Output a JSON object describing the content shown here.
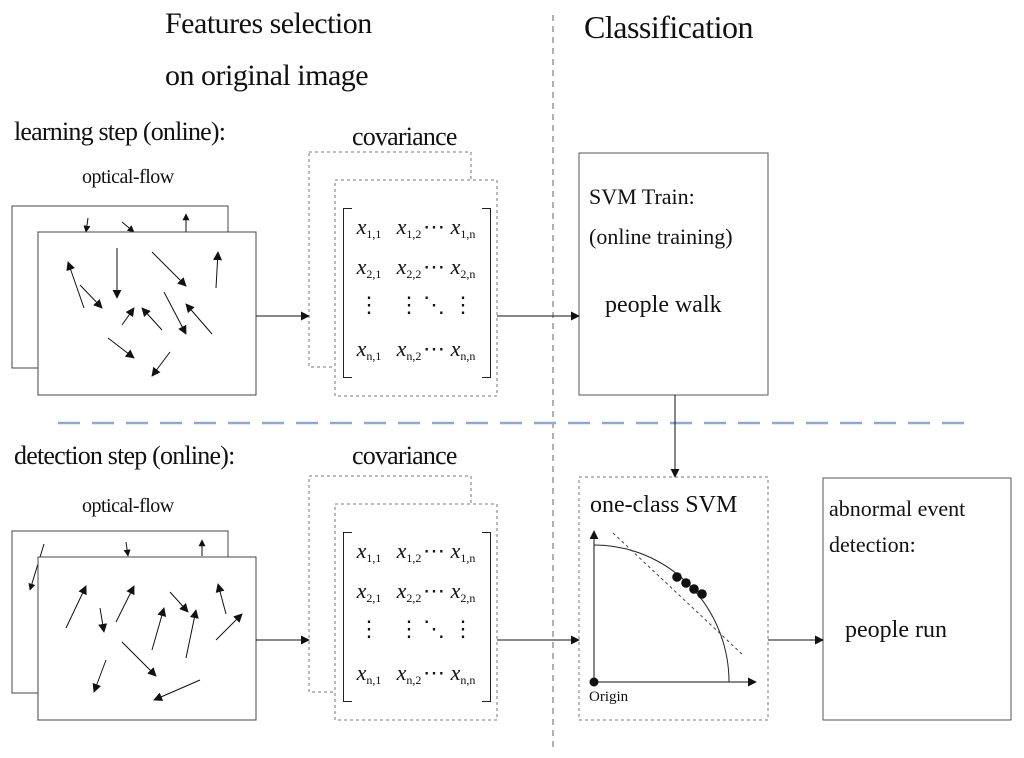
{
  "headings": {
    "features": [
      "Features selection",
      "on original image"
    ],
    "classification": "Classification"
  },
  "learning": {
    "step_label": "learning step (online):",
    "flow_label": "optical-flow",
    "covariance_label": "covariance",
    "svm_train_lines": [
      "SVM Train:",
      "(online training)"
    ],
    "behavior": "people walk"
  },
  "detection": {
    "step_label": "detection step (online):",
    "flow_label": "optical-flow",
    "covariance_label": "covariance",
    "one_class_label": "one-class SVM",
    "origin_label": "Origin",
    "result_lines": [
      "abnormal event",
      "detection:"
    ],
    "behavior": "people run"
  },
  "matrix": {
    "rows": [
      [
        "x",
        "1,1",
        "x",
        "1,2",
        "⋯",
        "x",
        "1,n"
      ],
      [
        "x",
        "2,1",
        "x",
        "2,2",
        "⋯",
        "x",
        "2,n"
      ],
      [
        "⋮",
        "",
        "⋮",
        "",
        "⋱",
        "⋮",
        ""
      ],
      [
        "x",
        "n,1",
        "x",
        "n,2",
        "⋯",
        "x",
        "n,n"
      ]
    ]
  },
  "colors": {
    "separator_blue": "#8fa8d4",
    "line": "#222222"
  }
}
